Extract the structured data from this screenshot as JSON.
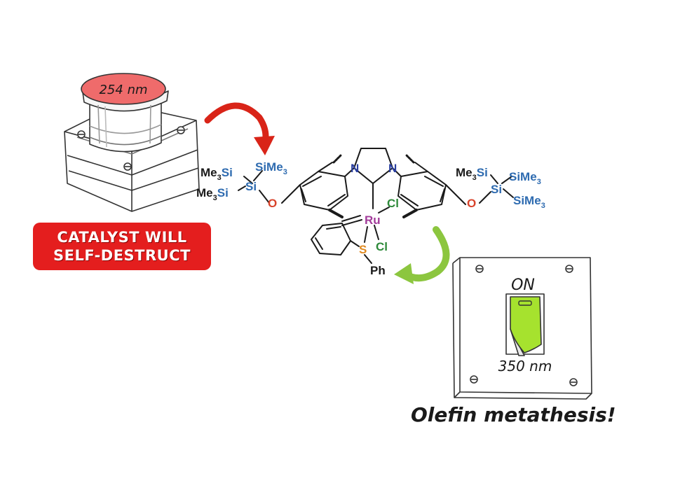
{
  "colors": {
    "button_top": "#ef6b6b",
    "warning_bg": "#e41e1e",
    "red_arrow": "#d92418",
    "green_arrow": "#8cc63f",
    "switch_green": "#a6e22e",
    "silicon": "#2e6bb0",
    "oxygen": "#d8432b",
    "nitrogen": "#2a3fa0",
    "ruthenium": "#a23b9a",
    "chlorine": "#2e8a3a",
    "sulfur": "#e08a20",
    "bond": "#1a1a1a"
  },
  "button": {
    "wavelength_label": "254 nm"
  },
  "warning": {
    "line1": "CATALYST WILL",
    "line2": "SELF-DESTRUCT"
  },
  "switch": {
    "state_label": "ON",
    "wavelength_label": "350 nm"
  },
  "caption": "Olefin metathesis!",
  "molecule": {
    "atoms": {
      "silicon": "Si",
      "oxygen": "O",
      "nitrogen": "N",
      "ruthenium": "Ru",
      "chlorine": "Cl",
      "sulfur": "S",
      "phenyl": "Ph",
      "methyl3": "Me",
      "subscript3": "3",
      "si_me3": "SiMe",
      "me3_prefix": "Me"
    }
  }
}
